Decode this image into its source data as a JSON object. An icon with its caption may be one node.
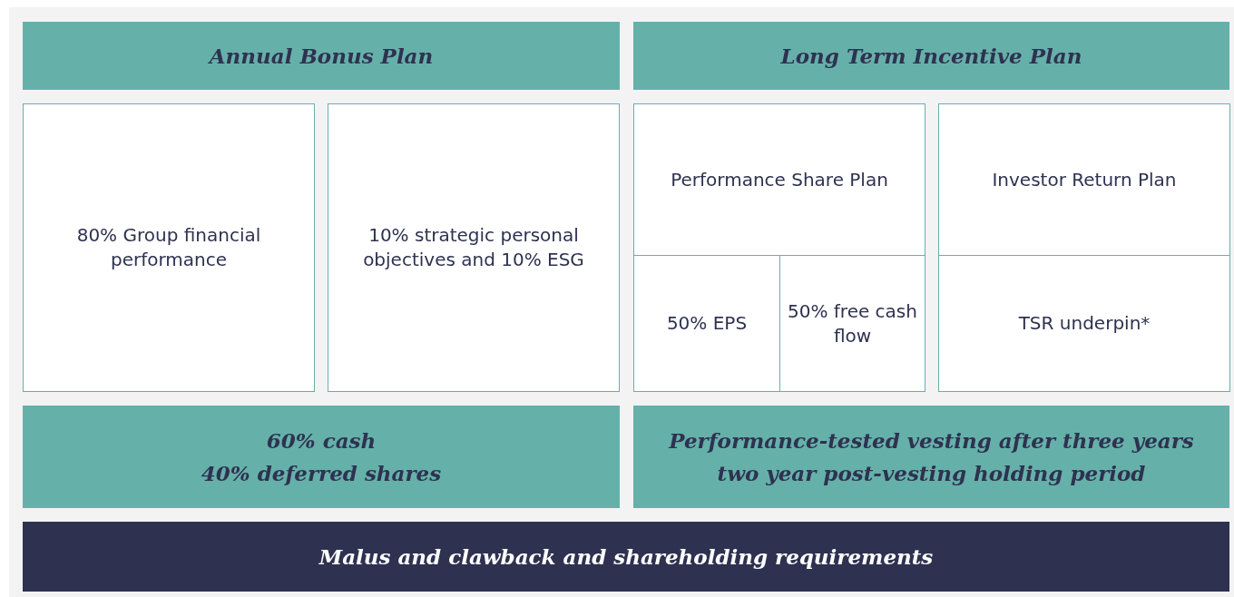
{
  "diagram": {
    "nodes": [
      {
        "text": [
          "Annual Bonus Plan"
        ]
      },
      {
        "text": [
          "Long Term Incentive Plan"
        ]
      },
      {
        "text": [
          "80% Group financial performance"
        ]
      },
      {
        "text": [
          "10% strategic personal objectives and 10% ESG"
        ]
      },
      {
        "text": [
          "Performance Share Plan"
        ]
      },
      {
        "text": [
          "50% EPS"
        ]
      },
      {
        "text": [
          "50% free cash flow"
        ]
      },
      {
        "text": [
          "Investor Return Plan"
        ]
      },
      {
        "text": [
          "TSR underpin*"
        ]
      },
      {
        "text": [
          "60% cash",
          "40% deferred shares"
        ]
      },
      {
        "text": [
          "Performance-tested vesting after three years",
          "two year post-vesting holding period"
        ]
      },
      {
        "text": [
          "Malus and clawback and shareholding requirements"
        ]
      }
    ]
  }
}
